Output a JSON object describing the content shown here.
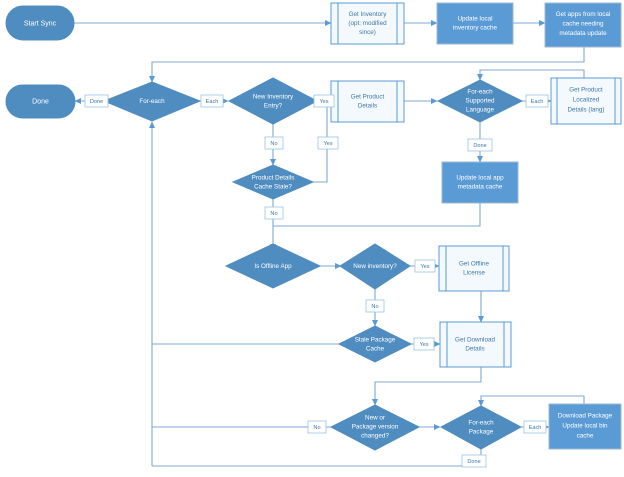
{
  "diagram": {
    "title": "Application Sync Flowchart",
    "colors": {
      "node_solid_fill": "#5B9BD5",
      "node_light_fill": "#F4F9FD",
      "diamond_fill": "#4F8DC0",
      "connector": "#7FA9D0",
      "text_on_solid": "#FFFFFF",
      "text_on_light": "#3C78A8",
      "edge_label_text": "#3C78A8",
      "background": "#FFFFFF"
    },
    "nodes": {
      "start_sync": {
        "label": "Start Sync",
        "shape": "terminator"
      },
      "done": {
        "label": "Done",
        "shape": "terminator"
      },
      "get_inventory": {
        "line1": "Get Inventory",
        "line2": "(opt: modified",
        "line3": "since)",
        "shape": "predefined-process"
      },
      "update_local_inventory_cache": {
        "line1": "Update local",
        "line2": "inventory cache",
        "shape": "process"
      },
      "get_apps_from_local_cache": {
        "line1": "Get apps from local",
        "line2": "cache needing",
        "line3": "metadata update",
        "shape": "process"
      },
      "for_each": {
        "label": "For-each",
        "shape": "decision"
      },
      "new_inventory_entry": {
        "line1": "New Inventory",
        "line2": "Entry?",
        "shape": "decision"
      },
      "get_product_details": {
        "line1": "Get Product",
        "line2": "Details",
        "shape": "predefined-process"
      },
      "for_each_supported_language": {
        "line1": "For-each",
        "line2": "Supported",
        "line3": "Language",
        "shape": "decision"
      },
      "get_product_localized_details": {
        "line1": "Get Product",
        "line2": "Localized",
        "line3": "Details (lang)",
        "shape": "predefined-process"
      },
      "product_details_cache_stale": {
        "line1": "Product Details",
        "line2": "Cache Stale?",
        "shape": "decision"
      },
      "update_local_app_metadata_cache": {
        "line1": "Update local app",
        "line2": "metadata cache",
        "shape": "process"
      },
      "is_offline_app": {
        "label": "Is Offline App",
        "shape": "decision"
      },
      "new_inventory": {
        "label": "New inventory?",
        "shape": "decision"
      },
      "get_offline_license": {
        "line1": "Get Offline",
        "line2": "License",
        "shape": "predefined-process"
      },
      "stale_package_cache": {
        "line1": "Stale Package",
        "line2": "Cache",
        "shape": "decision"
      },
      "get_download_details": {
        "line1": "Get Download",
        "line2": "Details",
        "shape": "predefined-process"
      },
      "new_or_package_version_changed": {
        "line1": "New or",
        "line2": "Package version",
        "line3": "changed?",
        "shape": "decision"
      },
      "for_each_package": {
        "line1": "For-each",
        "line2": "Package",
        "shape": "decision"
      },
      "download_package_update_bin": {
        "line1": "Download Package",
        "line2": "Update local bin",
        "line3": "cache",
        "shape": "process"
      }
    },
    "edge_labels": {
      "done_foreach": "Done",
      "each_foreach": "Each",
      "yes_new_inventory_entry": "Yes",
      "no_new_inventory_entry": "No",
      "yes_cache_stale": "Yes",
      "no_cache_stale": "No",
      "each_language": "Each",
      "done_language": "Done",
      "yes_new_inventory": "Yes",
      "no_new_inventory": "No",
      "yes_stale_package": "Yes",
      "no_package_changed": "No",
      "each_package": "Each",
      "done_package": "Done"
    }
  }
}
